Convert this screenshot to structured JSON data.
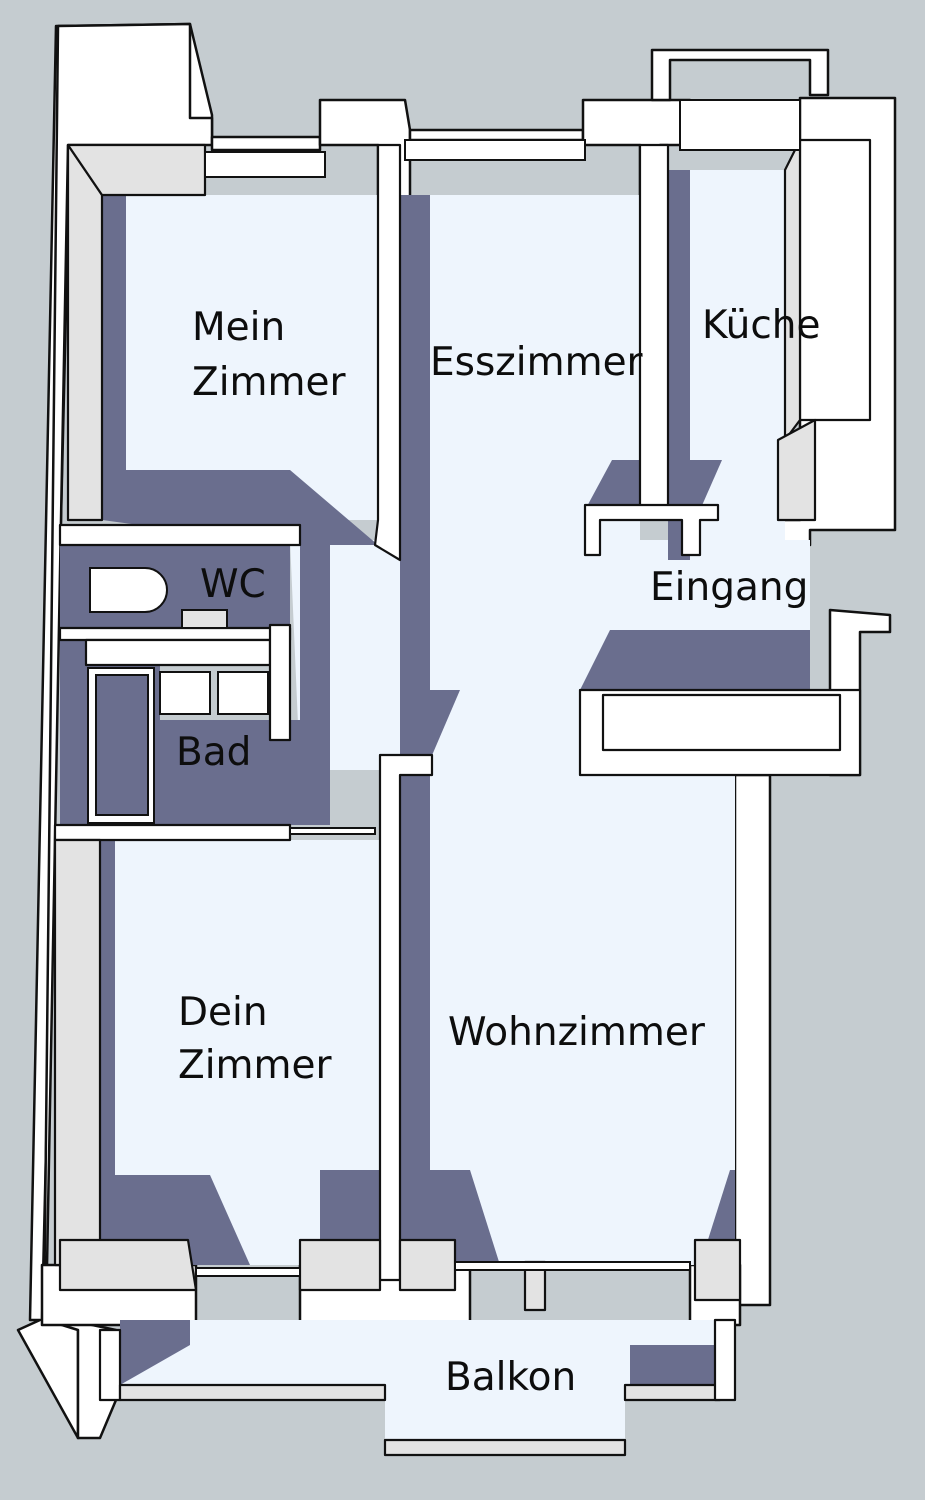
{
  "colors": {
    "background": "#c5ccd0",
    "floor": "#eef5fd",
    "shadow": "#6a6e8e",
    "wall_top": "#ffffff",
    "wall_side": "#e3e3e3",
    "wall_edge": "#111111",
    "label": "#0d0d0d"
  },
  "rooms": {
    "mein_zimmer": {
      "line1": "Mein",
      "line2": "Zimmer"
    },
    "esszimmer": "Esszimmer",
    "kueche": "Küche",
    "wc": "WC",
    "eingang": "Eingang",
    "bad": "Bad",
    "dein_zimmer": {
      "line1": "Dein",
      "line2": "Zimmer"
    },
    "wohnzimmer": "Wohnzimmer",
    "balkon": "Balkon"
  }
}
